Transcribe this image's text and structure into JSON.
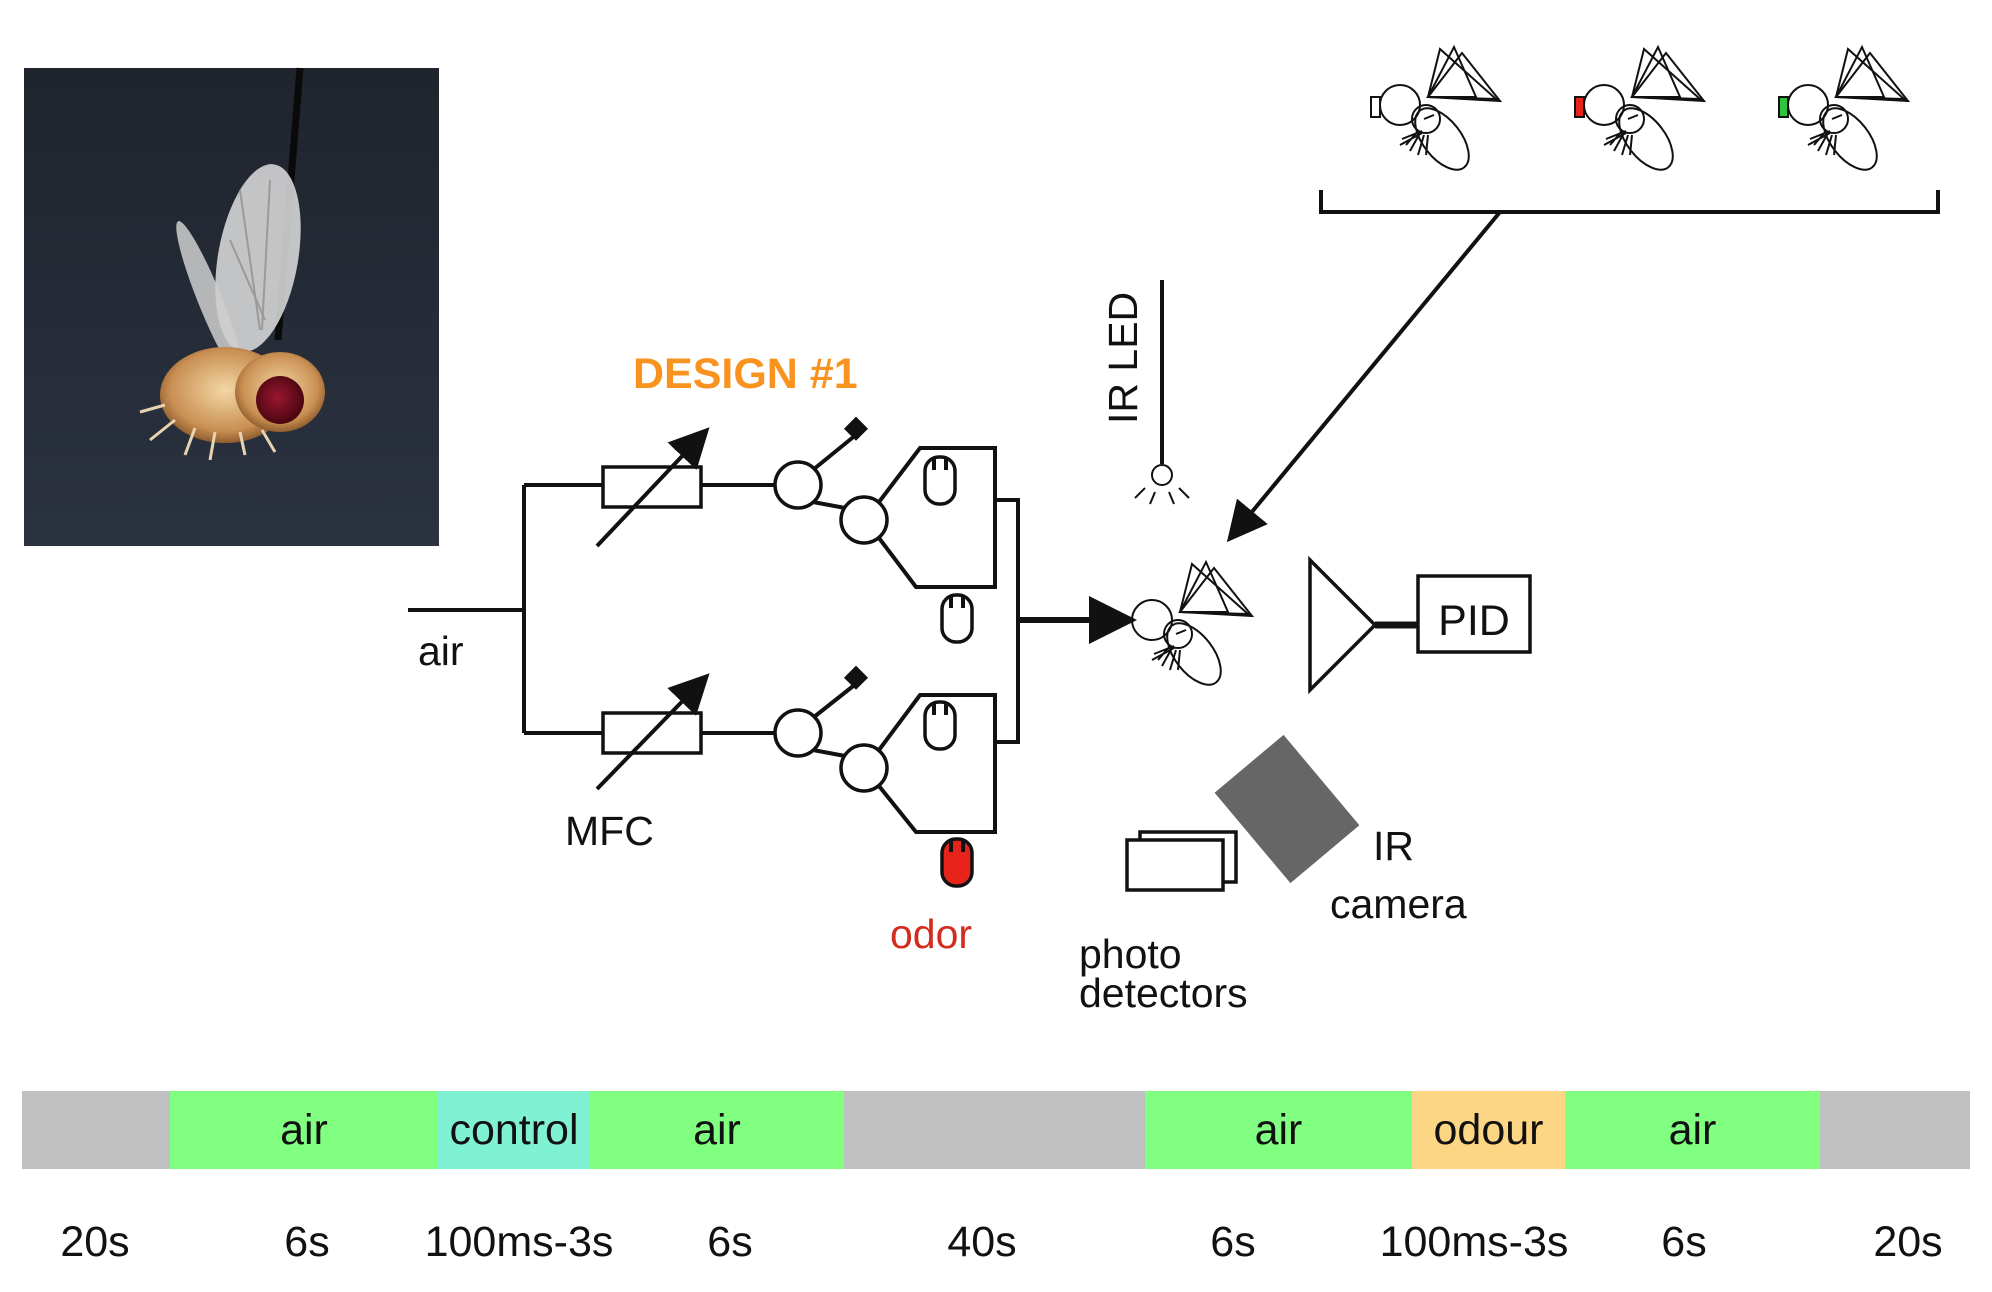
{
  "title": "DESIGN #1",
  "colors": {
    "title": "#f7931e",
    "odor_text": "#d42b1f",
    "odor_vial": "#e8241a",
    "gray_seg": "#c0c0c0",
    "air_seg": "#80ff80",
    "control_seg": "#7ff2d4",
    "odour_seg": "#fcd684",
    "camera": "#666666",
    "indicator_red": "#e8241a",
    "indicator_green": "#2ec43c"
  },
  "labels": {
    "air": "air",
    "mfc": "MFC",
    "odor": "odor",
    "ir_led": "IR LED",
    "pid": "PID",
    "ir": "IR",
    "camera": "camera",
    "photo": "photo",
    "detectors": "detectors"
  },
  "photo": {
    "description_icon": "tethered-fly-photo"
  },
  "timeline": {
    "segments": [
      {
        "label": "",
        "color": "gray"
      },
      {
        "label": "air",
        "color": "air"
      },
      {
        "label": "control",
        "color": "control"
      },
      {
        "label": "air",
        "color": "air"
      },
      {
        "label": "",
        "color": "gray"
      },
      {
        "label": "air",
        "color": "air"
      },
      {
        "label": "odour",
        "color": "odour"
      },
      {
        "label": "air",
        "color": "air"
      },
      {
        "label": "",
        "color": "gray"
      }
    ],
    "durations": [
      "20s",
      "6s",
      "100ms-3s",
      "6s",
      "40s",
      "6s",
      "100ms-3s",
      "6s",
      "20s"
    ]
  },
  "flies_row": {
    "indicators": [
      "white",
      "red",
      "green"
    ]
  }
}
